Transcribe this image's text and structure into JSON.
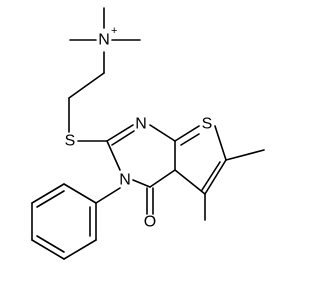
{
  "molecule": {
    "atoms": {
      "n_ammonium": "N",
      "n_ammonium_charge": "+",
      "s_thioether": "S",
      "s_thiophene": "S",
      "n_ring_top": "N",
      "n_ring_bottom": "N",
      "o_carbonyl": "O"
    }
  }
}
